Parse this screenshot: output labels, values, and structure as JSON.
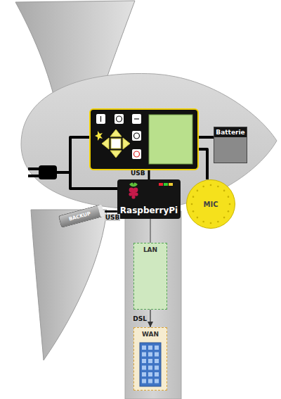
{
  "diagram": {
    "nodes": [
      {
        "text": [
          "Batterie"
        ]
      },
      {
        "text": [
          "RaspberryPi"
        ]
      },
      {
        "text": [
          "BACKUP"
        ]
      },
      {
        "text": [
          "MIC"
        ]
      },
      {
        "text": [
          "LAN"
        ]
      },
      {
        "text": [
          "WAN"
        ]
      }
    ],
    "edges": [
      {
        "from": 2,
        "to": 1,
        "arrow": "none",
        "label": "USB"
      },
      {
        "from": 1,
        "to": 4,
        "arrow": "none"
      },
      {
        "from": 4,
        "to": 5,
        "arrow": "to",
        "label": "DSL"
      }
    ],
    "labels": [
      "USB"
    ]
  }
}
